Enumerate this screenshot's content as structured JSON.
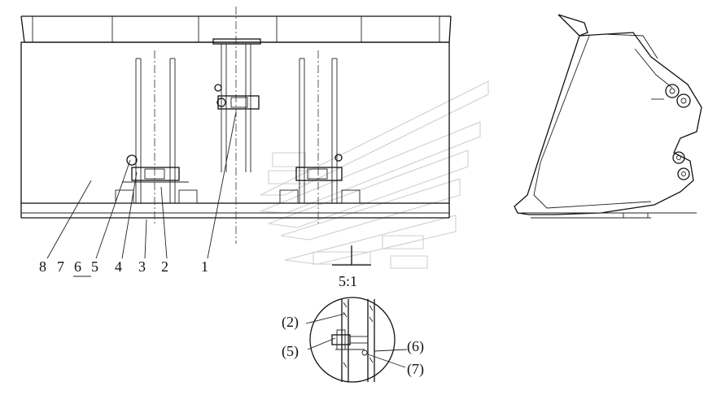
{
  "part_labels": [
    "8",
    "7",
    "6",
    "5",
    "4",
    "3",
    "2",
    "1"
  ],
  "detail_scale": "5:1",
  "detail_callouts": {
    "left_top": "(2)",
    "left_bottom": "(5)",
    "right_top": "(6)",
    "right_bottom": "(7)"
  }
}
